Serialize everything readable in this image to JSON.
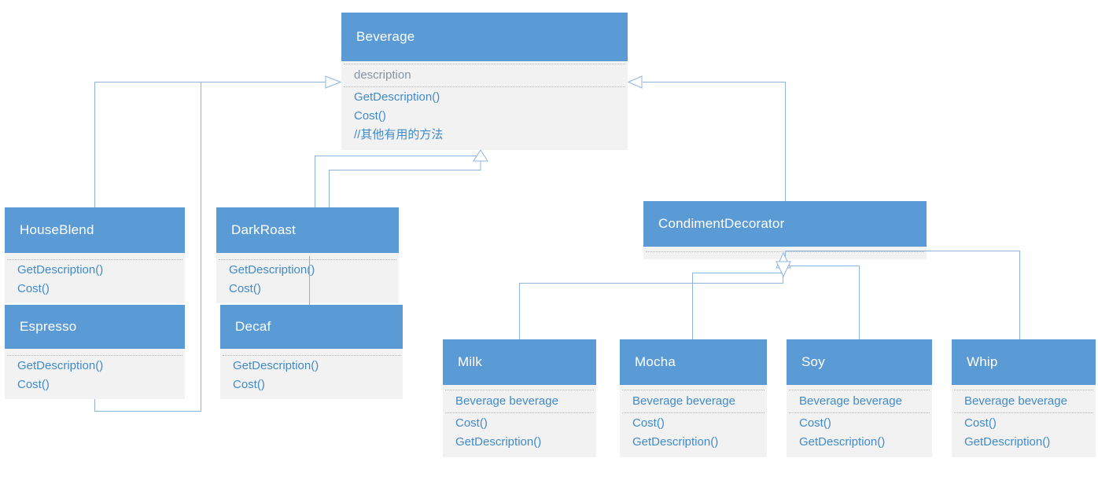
{
  "colors": {
    "canvas_bg": "#FFFFFF",
    "header_bg": "#5B9BD5",
    "header_text": "#FFFFFF",
    "body_bg": "#F2F2F2",
    "method_text": "#418AC9",
    "muted_attr_text": "#8593A2",
    "connector": "#8FB4DC",
    "separator": "#B9B9B9"
  },
  "classes": {
    "beverage": {
      "name": "Beverage",
      "attribute": "description",
      "methods": [
        "GetDescription()",
        "Cost()",
        "//其他有用的方法"
      ]
    },
    "houseblend": {
      "name": "HouseBlend",
      "methods": [
        "GetDescription()",
        "Cost()"
      ]
    },
    "espresso": {
      "name": "Espresso",
      "methods": [
        "GetDescription()",
        "Cost()"
      ]
    },
    "darkroast": {
      "name": "DarkRoast",
      "methods": [
        "GetDescription()",
        "Cost()"
      ]
    },
    "decaf": {
      "name": "Decaf",
      "methods": [
        "GetDescription()",
        "Cost()"
      ]
    },
    "condiment_decorator": {
      "name": "CondimentDecorator"
    },
    "milk": {
      "name": "Milk",
      "attribute": "Beverage beverage",
      "methods": [
        "Cost()",
        "GetDescription()"
      ]
    },
    "mocha": {
      "name": "Mocha",
      "attribute": "Beverage beverage",
      "methods": [
        "Cost()",
        "GetDescription()"
      ]
    },
    "soy": {
      "name": "Soy",
      "attribute": "Beverage beverage",
      "methods": [
        "Cost()",
        "GetDescription()"
      ]
    },
    "whip": {
      "name": "Whip",
      "attribute": "Beverage beverage",
      "methods": [
        "Cost()",
        "GetDescription()"
      ]
    }
  },
  "relationships": [
    {
      "from": "HouseBlend",
      "to": "Beverage",
      "type": "inheritance"
    },
    {
      "from": "Espresso",
      "to": "Beverage",
      "type": "inheritance"
    },
    {
      "from": "DarkRoast",
      "to": "Beverage",
      "type": "inheritance"
    },
    {
      "from": "Decaf",
      "to": "Beverage",
      "type": "inheritance"
    },
    {
      "from": "CondimentDecorator",
      "to": "Beverage",
      "type": "inheritance"
    },
    {
      "from": "Milk",
      "to": "CondimentDecorator",
      "type": "inheritance"
    },
    {
      "from": "Mocha",
      "to": "CondimentDecorator",
      "type": "inheritance"
    },
    {
      "from": "Soy",
      "to": "CondimentDecorator",
      "type": "inheritance"
    },
    {
      "from": "Whip",
      "to": "CondimentDecorator",
      "type": "inheritance"
    }
  ]
}
